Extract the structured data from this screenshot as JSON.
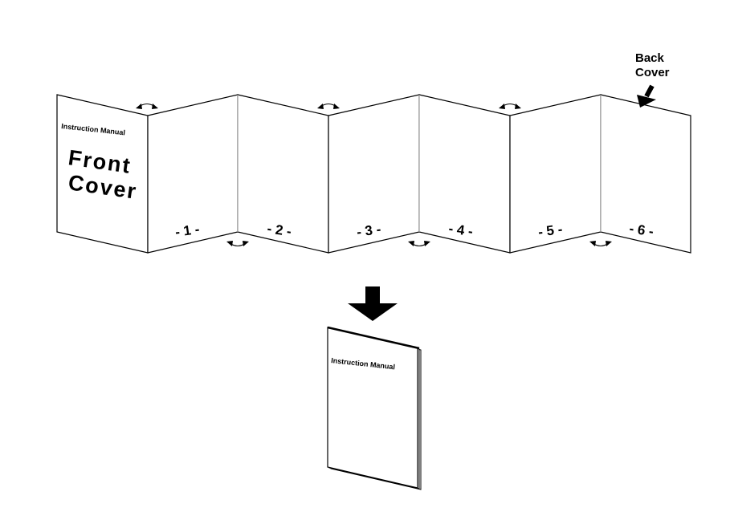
{
  "diagram": {
    "front_cover": {
      "small_title": "Instruction Manual",
      "line1": "Front",
      "line2": "Cover"
    },
    "back_cover": {
      "line1": "Back",
      "line2": "Cover"
    },
    "pages": [
      "- 1 -",
      "- 2 -",
      "- 3 -",
      "- 4 -",
      "- 5 -",
      "- 6 -"
    ],
    "folded_booklet": {
      "title": "Instruction Manual"
    }
  }
}
